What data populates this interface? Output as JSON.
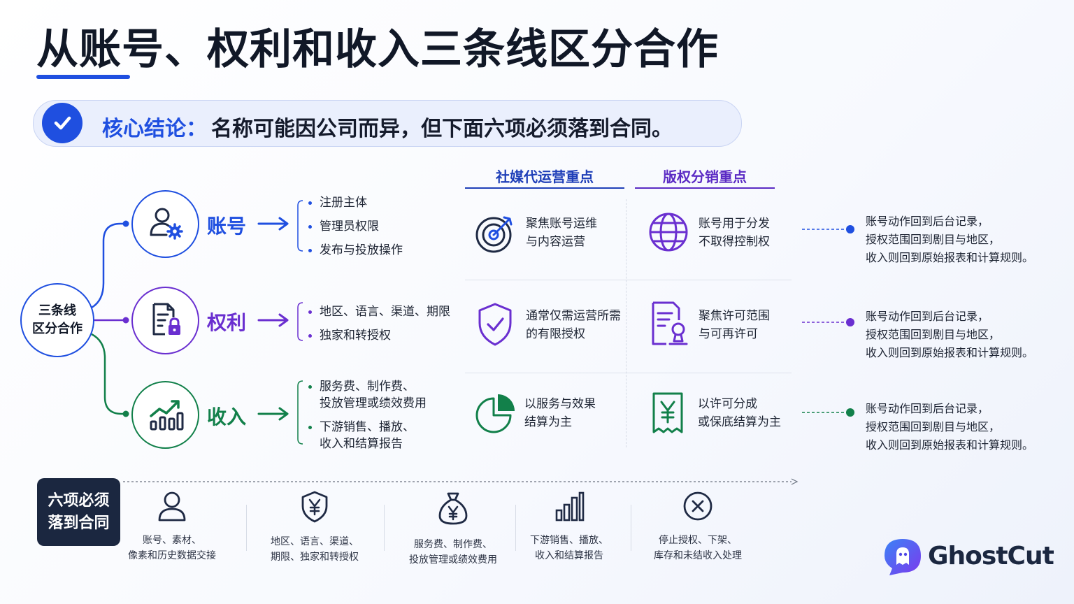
{
  "title": "从账号、权利和收入三条线区分合作",
  "banner": {
    "key": "核心结论：",
    "text": "名称可能因公司而异，但下面六项必须落到合同。"
  },
  "columns": {
    "social": "社媒代运营重点",
    "copyright": "版权分销重点"
  },
  "hub": {
    "line1": "三条线",
    "line2": "区分合作"
  },
  "rows": [
    {
      "label": "账号",
      "color": "#1f4fe0",
      "bullets": [
        "注册主体",
        "管理员权限",
        "发布与投放操作"
      ],
      "social": "聚焦账号运维\n与内容运营",
      "copyright": "账号用于分发\n不取得控制权",
      "note": "账号动作回到后台记录，\n授权范围回到剧目与地区，\n收入则回到原始报表和计算规则。"
    },
    {
      "label": "权利",
      "color": "#6a2fd0",
      "bullets": [
        "地区、语言、渠道、期限",
        "独家和转授权"
      ],
      "social": "通常仅需运营所需\n的有限授权",
      "copyright": "聚焦许可范围\n与可再许可",
      "note": "账号动作回到后台记录，\n授权范围回到剧目与地区，\n收入则回到原始报表和计算规则。"
    },
    {
      "label": "收入",
      "color": "#12804a",
      "bullets": [
        "服务费、制作费、\n投放管理或绩效费用",
        "下游销售、播放、\n收入和结算报告"
      ],
      "social": "以服务与效果\n结算为主",
      "copyright": "以许可分成\n或保底结算为主",
      "note": "账号动作回到后台记录，\n授权范围回到剧目与地区，\n收入则回到原始报表和计算规则。"
    }
  ],
  "six": {
    "badge_line1": "六项必须",
    "badge_line2": "落到合同",
    "items": [
      {
        "icon": "user-icon",
        "caption": "账号、素材、\n像素和历史数据交接"
      },
      {
        "icon": "yen-shield-icon",
        "caption": "地区、语言、渠道、\n期限、独家和转授权"
      },
      {
        "icon": "money-bag-icon",
        "caption": "服务费、制作费、\n投放管理或绩效费用"
      },
      {
        "icon": "bar-chart-icon",
        "caption": "下游销售、播放、\n收入和结算报告"
      },
      {
        "icon": "cancel-circle-icon",
        "caption": "停止授权、下架、\n库存和未结收入处理"
      }
    ]
  },
  "brand": {
    "name": "GhostCut"
  },
  "colors": {
    "blue": "#1f4fe0",
    "purple": "#6a2fd0",
    "green": "#12804a",
    "navy": "#1b2740"
  }
}
